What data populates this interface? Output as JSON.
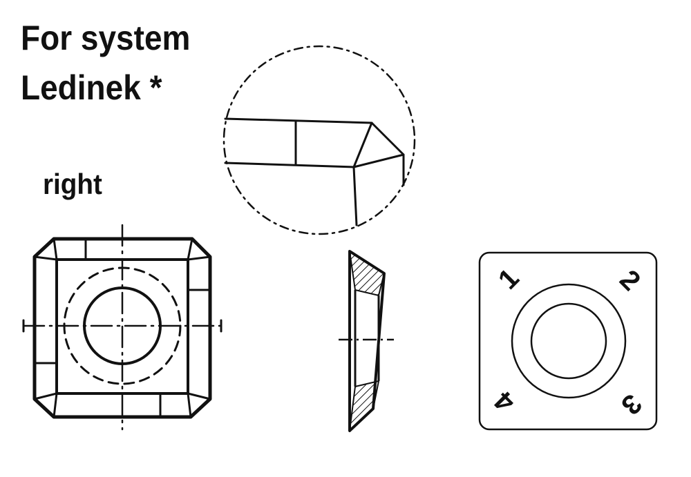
{
  "title": {
    "line1": "For system",
    "line2": "Ledinek *"
  },
  "orientation_label": "right",
  "indexed_insert": {
    "corner_numbers": [
      "1",
      "2",
      "3",
      "4"
    ]
  },
  "icons": {
    "top_view": "square-insert-top-view",
    "detail": "cutting-edge-detail-circle",
    "section": "insert-cross-section",
    "indexed_view": "numbered-corners-insert"
  }
}
